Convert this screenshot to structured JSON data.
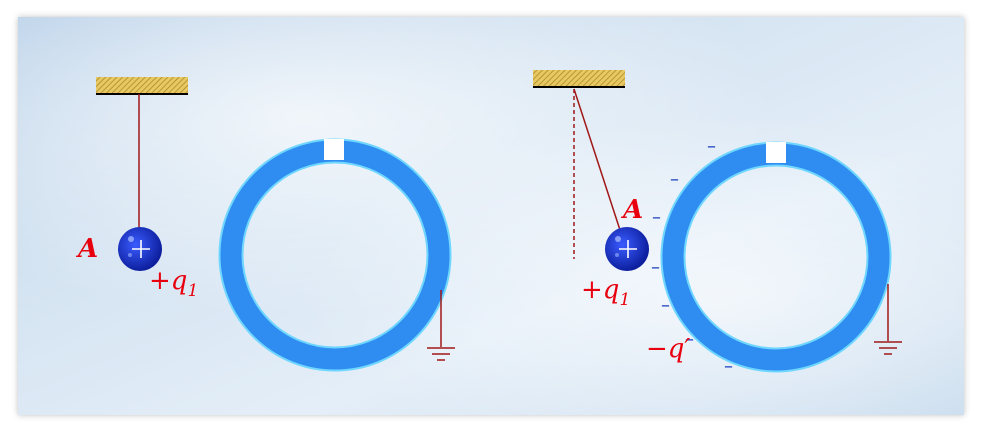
{
  "left_scene": {
    "ball_label": "A",
    "charge_sign": "+q",
    "charge_sub": "1"
  },
  "right_scene": {
    "ball_label": "A",
    "charge_sign": "+q",
    "charge_sub": "1",
    "induced_charge": "−q′",
    "minus_sign": "–"
  },
  "colors": {
    "ring": "#2f8cf0",
    "ring_edge": "#6fd6ff",
    "ball": "#1e35c8",
    "label": "#e8000f",
    "string": "#a01818",
    "ground": "#a01818",
    "minus": "#1c3fc0",
    "ceiling": "#d9b24a"
  }
}
